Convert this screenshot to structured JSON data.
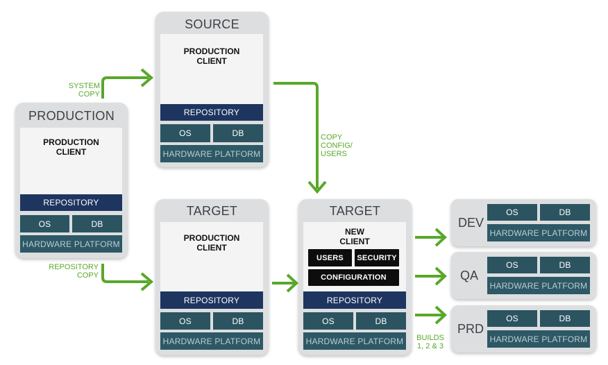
{
  "cards": {
    "source": {
      "title": "SOURCE",
      "client": "PRODUCTION\nCLIENT",
      "repository": "REPOSITORY",
      "os": "OS",
      "db": "DB",
      "hardware": "HARDWARE PLATFORM"
    },
    "production": {
      "title": "PRODUCTION",
      "client": "PRODUCTION\nCLIENT",
      "repository": "REPOSITORY",
      "os": "OS",
      "db": "DB",
      "hardware": "HARDWARE PLATFORM"
    },
    "target_left": {
      "title": "TARGET",
      "client": "PRODUCTION\nCLIENT",
      "repository": "REPOSITORY",
      "os": "OS",
      "db": "DB",
      "hardware": "HARDWARE PLATFORM"
    },
    "target_right": {
      "title": "TARGET",
      "client": "NEW\nCLIENT",
      "users": "USERS",
      "security": "SECURITY",
      "configuration": "CONFIGURATION",
      "repository": "REPOSITORY",
      "os": "OS",
      "db": "DB",
      "hardware": "HARDWARE PLATFORM"
    }
  },
  "environments": [
    {
      "label": "DEV",
      "os": "OS",
      "db": "DB",
      "hardware": "HARDWARE PLATFORM"
    },
    {
      "label": "QA",
      "os": "OS",
      "db": "DB",
      "hardware": "HARDWARE PLATFORM"
    },
    {
      "label": "PRD",
      "os": "OS",
      "db": "DB",
      "hardware": "HARDWARE PLATFORM"
    }
  ],
  "labels": {
    "system_copy": "SYSTEM\nCOPY",
    "repository_copy": "REPOSITORY\nCOPY",
    "copy_config_users": "COPY\nCONFIG/\nUSERS",
    "builds": "BUILDS\n1, 2 & 3"
  },
  "colors": {
    "arrow": "#58a82a",
    "repository": "#1e3560",
    "platform": "#2e5865",
    "card": "#dcdee0"
  }
}
